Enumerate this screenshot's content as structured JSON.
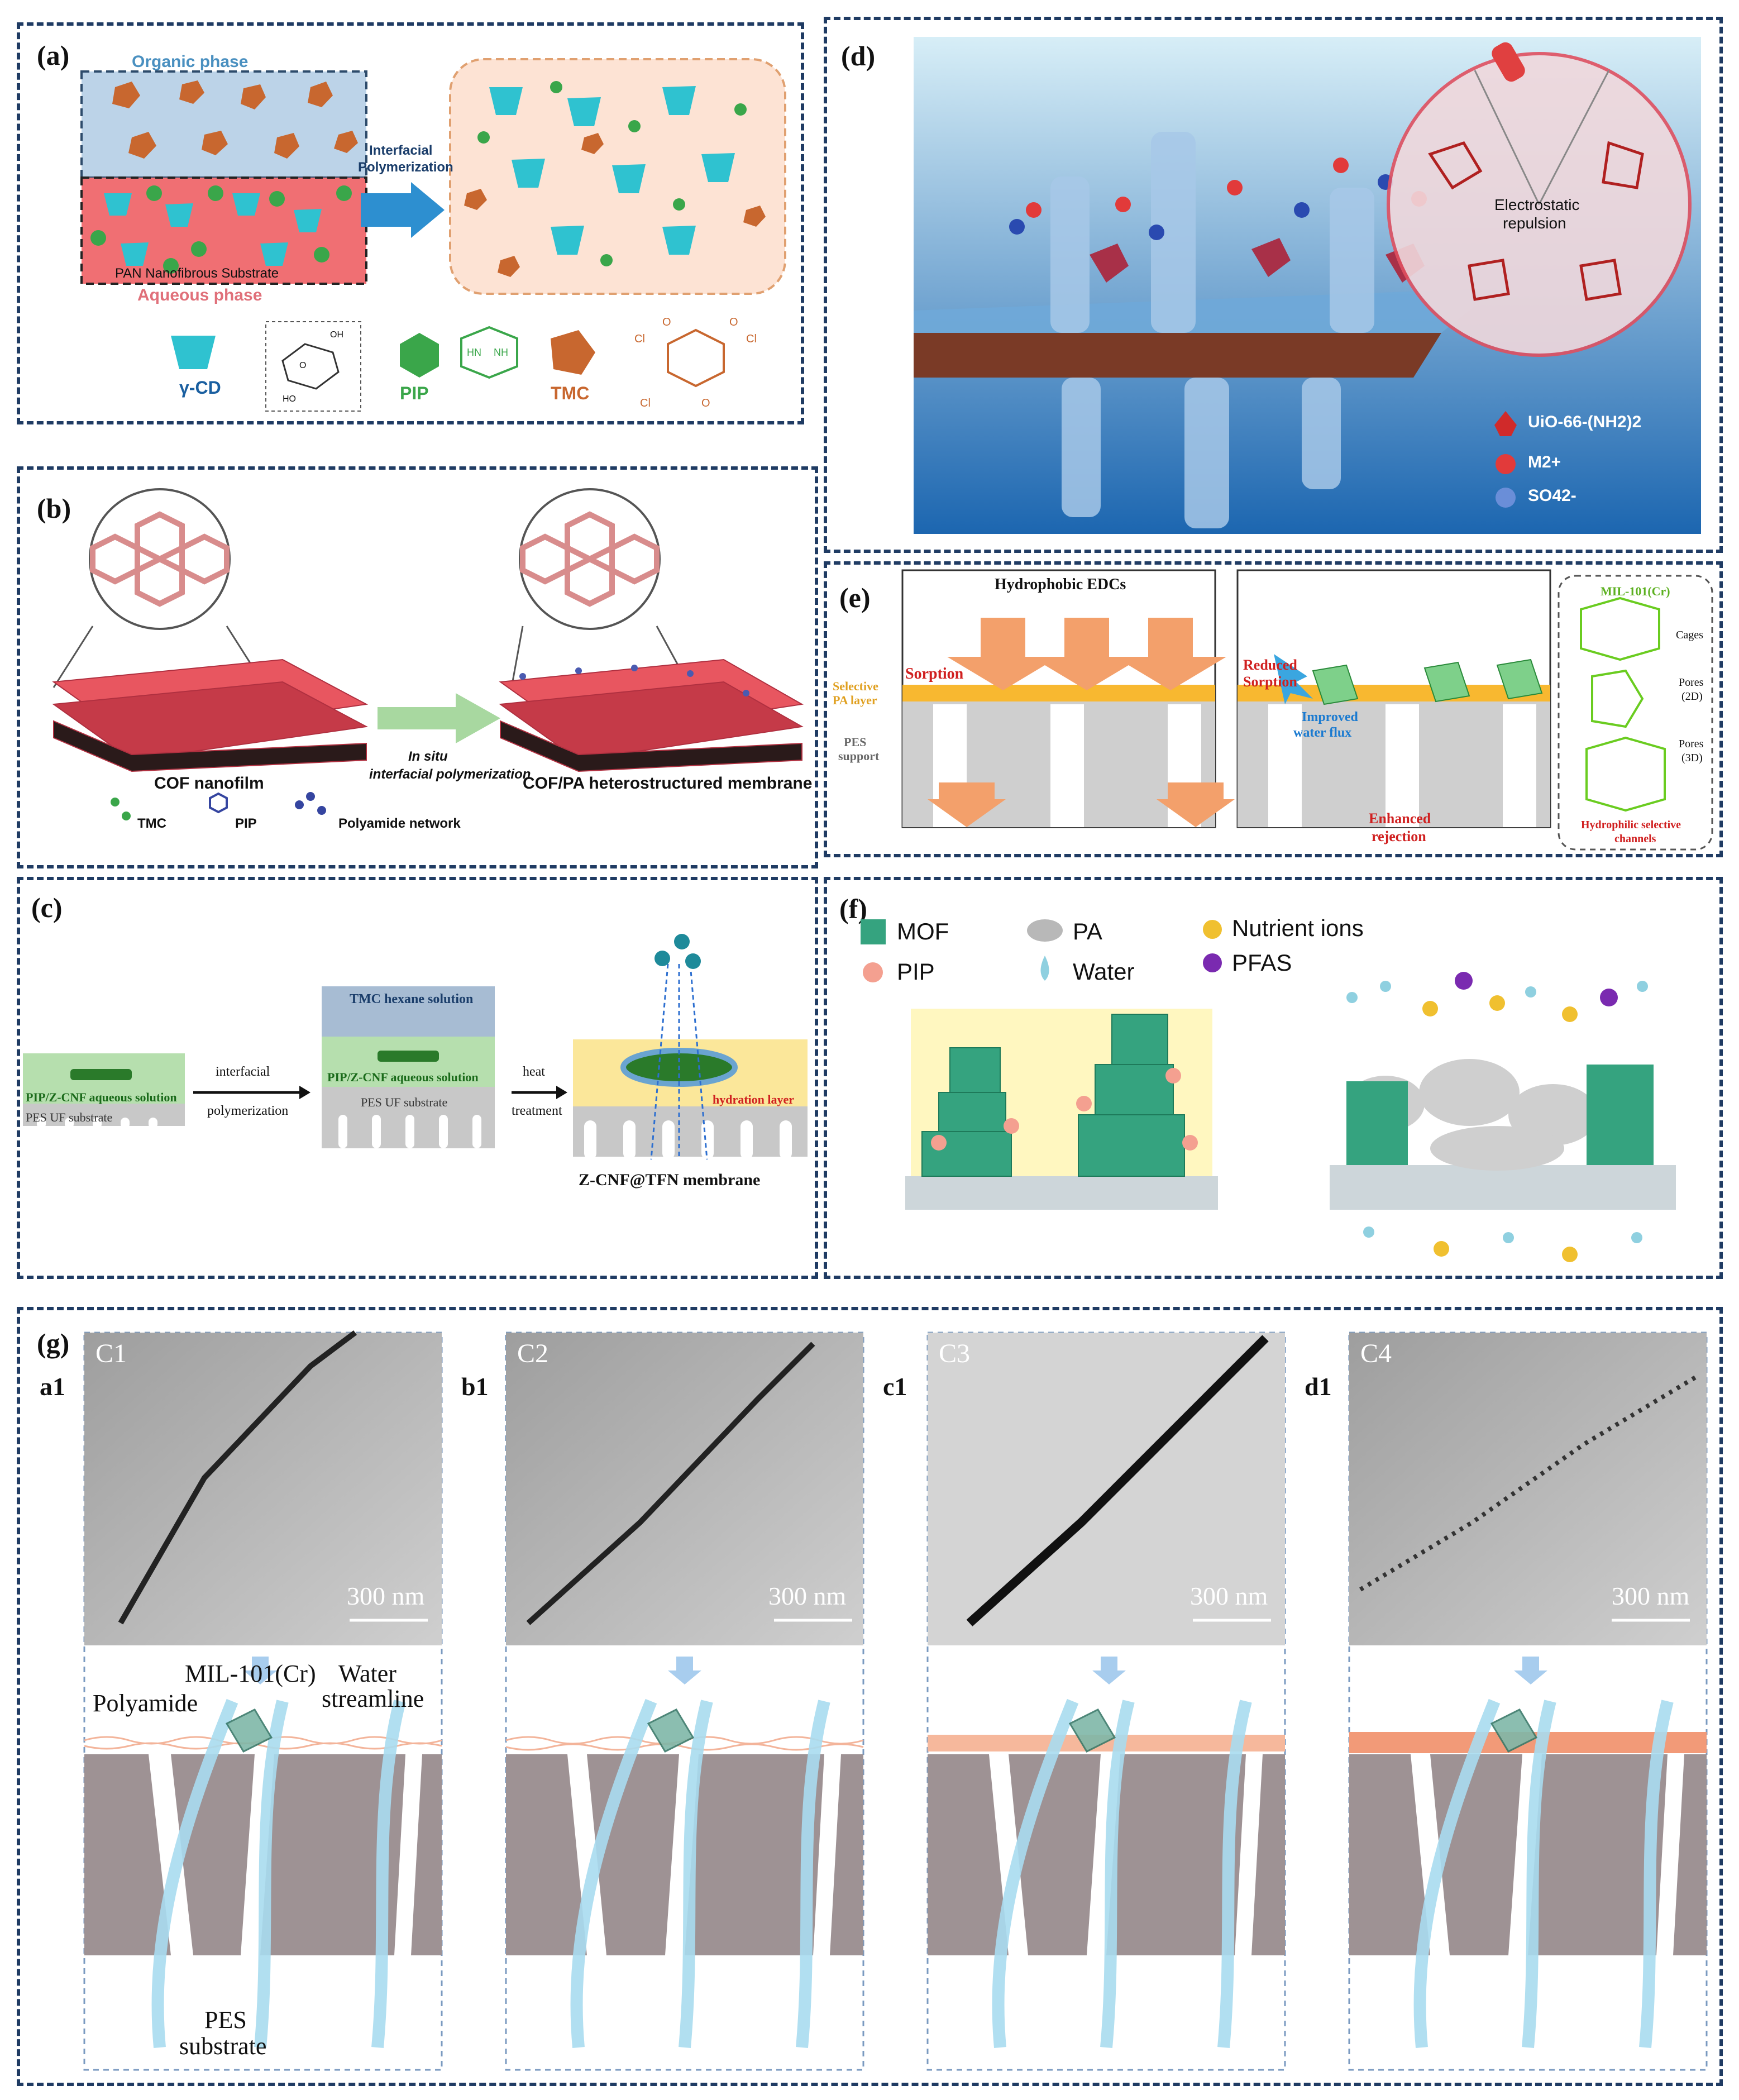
{
  "panel_a": {
    "label": "(a)",
    "organic_phase": "Organic phase",
    "aqueous_phase": "Aqueous phase",
    "substrate": "PAN Nanofibrous Substrate",
    "arrow_label_1": "Interfacial",
    "arrow_label_2": "Polymerization",
    "legend_cd": "γ-CD",
    "legend_pip": "PIP",
    "legend_tmc": "TMC",
    "cl": "Cl",
    "o": "O",
    "hn": "HN",
    "nh": "NH",
    "ho": "HO",
    "oh": "OH"
  },
  "panel_b": {
    "label": "(b)",
    "cof_nanofilm": "COF nanofilm",
    "in_situ": "In situ",
    "ip": "interfacial polymerization",
    "membrane": "COF/PA  heterostructured membrane",
    "legend_tmc": "TMC",
    "legend_pip": "PIP",
    "legend_pa": "Polyamide network"
  },
  "panel_c": {
    "label": "(c)",
    "solution": "PIP/Z-CNF aqueous solution",
    "substrate": "PES UF substrate",
    "arrow1_1": "interfacial",
    "arrow1_2": "polymerization",
    "tmc": "TMC hexane solution",
    "solution2": "PIP/Z-CNF aqueous solution",
    "substrate2": "PES UF substrate",
    "arrow2_1": "heat",
    "arrow2_2": "treatment",
    "hydration": "hydration layer",
    "membrane": "Z-CNF@TFN membrane"
  },
  "panel_d": {
    "label": "(d)",
    "repulsion_1": "Electrostatic",
    "repulsion_2": "repulsion",
    "legend_uio": "UiO-66-(NH2)2",
    "legend_m": "M2+",
    "legend_so4": "SO42-"
  },
  "panel_e": {
    "label": "(e)",
    "hydrophobic": "Hydrophobic EDCs",
    "sorption": "Sorption",
    "selective_1": "Selective",
    "selective_2": "PA layer",
    "pes_1": "PES",
    "pes_2": "support",
    "reduced_1": "Reduced",
    "reduced_2": "Sorption",
    "improved_1": "Improved",
    "improved_2": "water flux",
    "enhanced_1": "Enhanced",
    "enhanced_2": "rejection",
    "mil": "MIL-101(Cr)",
    "cages": "Cages",
    "pores2d_1": "Pores",
    "pores2d_2": "(2D)",
    "pores3d_1": "Pores",
    "pores3d_2": "(3D)",
    "channels_1": "Hydrophilic selective",
    "channels_2": "channels"
  },
  "panel_f": {
    "label": "(f)",
    "legend": [
      {
        "name": "MOF"
      },
      {
        "name": "PA"
      },
      {
        "name": "Nutrient ions"
      },
      {
        "name": "PIP"
      },
      {
        "name": "Water"
      },
      {
        "name": "PFAS"
      }
    ]
  },
  "panel_g": {
    "label": "(g)",
    "scale": "300 nm",
    "mil": "MIL-101(Cr)",
    "polyamide": "Polyamide",
    "water_1": "Water",
    "water_2": "streamline",
    "pes_1": "PES",
    "pes_2": "substrate",
    "columns": [
      {
        "tag": "a1",
        "code": "C1"
      },
      {
        "tag": "b1",
        "code": "C2"
      },
      {
        "tag": "c1",
        "code": "C3"
      },
      {
        "tag": "d1",
        "code": "C4"
      }
    ]
  },
  "colors": {
    "panel_border": "#1f3b63",
    "organic_blue": "#bcd3e8",
    "aqueous_red": "#f06f73",
    "cd_cyan": "#2fc2d0",
    "tmc_orange": "#c8672f",
    "pip_green": "#3aa64a",
    "cof_red": "#e85660",
    "mof_green": "#35a37f",
    "water_blue": "#a9dcef",
    "pes_gray": "#9e9294",
    "arrow_orange": "#f3a06b"
  }
}
